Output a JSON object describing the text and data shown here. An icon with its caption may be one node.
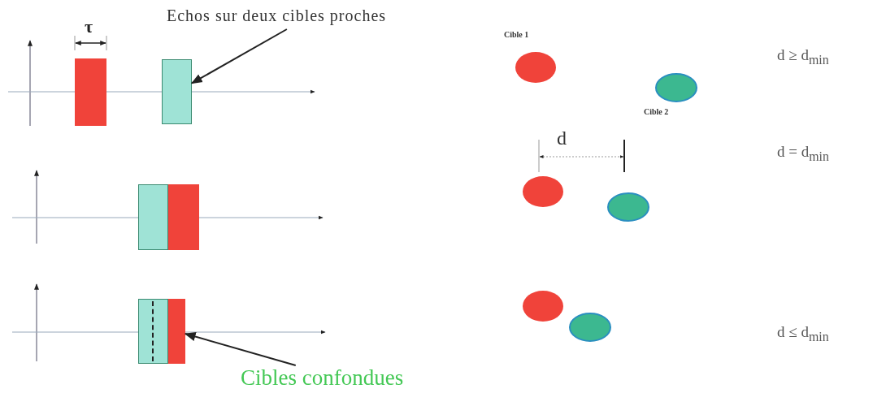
{
  "diagram": {
    "nodes": [
      {
        "text": [
          "Echos sur deux cibles proches"
        ]
      },
      {
        "text": [],
        "shape": "bar"
      },
      {
        "text": [],
        "shape": "bar"
      },
      {
        "text": [],
        "shape": "bar"
      },
      {
        "text": [],
        "shape": "bar"
      },
      {
        "text": [],
        "shape": "bar"
      },
      {
        "text": [],
        "shape": "bar"
      },
      {
        "text": [
          "Cibles confondues"
        ]
      }
    ],
    "edges": [
      {
        "from": 0,
        "to": 2,
        "arrow": "to"
      },
      {
        "from": 7,
        "to": 6,
        "arrow": "to"
      }
    ],
    "labels": [
      "τ",
      "Cible 1",
      "d ≥ d$_{min}$",
      "Cible 2",
      "d",
      "d = d$_{min}$",
      "d ≤ d$_{min}$"
    ]
  }
}
